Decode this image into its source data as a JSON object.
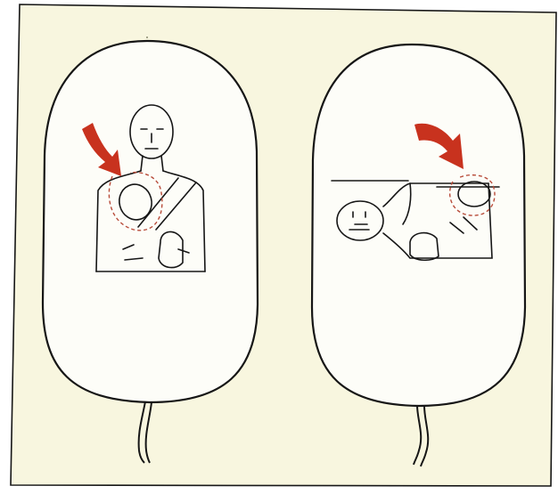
{
  "colors": {
    "background": "#f8f6df",
    "line": "#161616",
    "arrow": "#c8321e",
    "dashed": "#b84c3a",
    "pad_fill": "#fdfdf8"
  },
  "pads": [
    {
      "view": "front",
      "arrow_icon": "curved-arrow-red"
    },
    {
      "view": "back",
      "arrow_icon": "curved-arrow-red"
    }
  ]
}
